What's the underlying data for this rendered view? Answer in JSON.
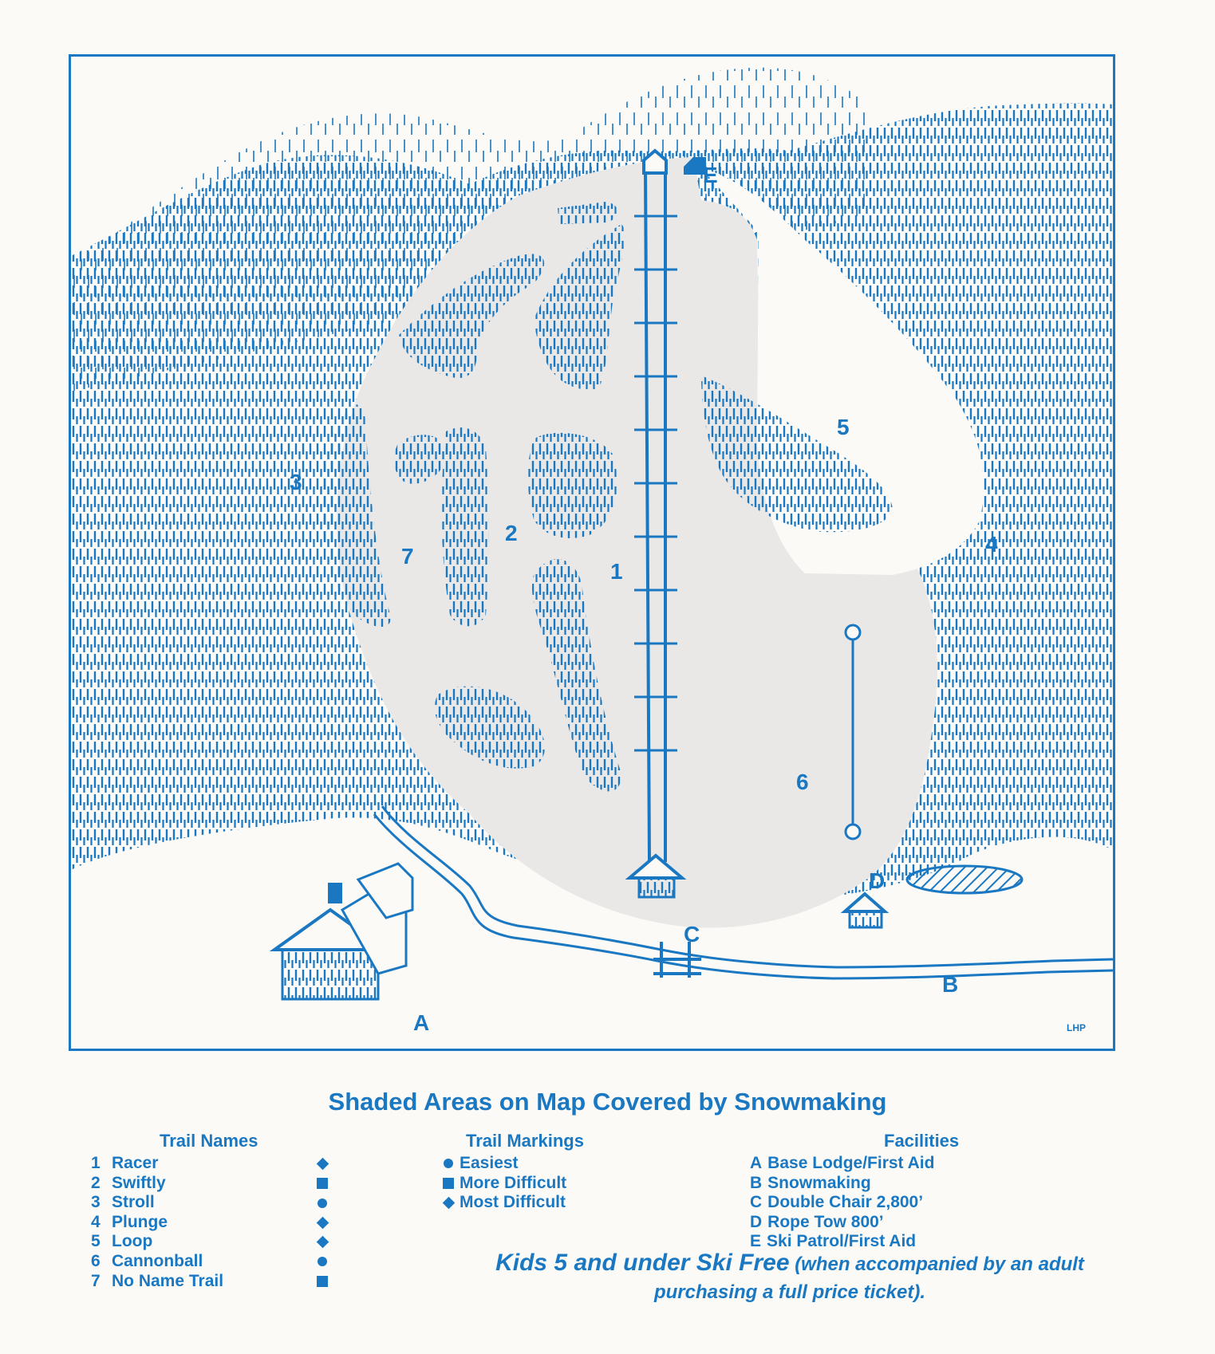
{
  "colors": {
    "ink": "#1a78c2",
    "paper": "#fbfaf6",
    "snowmaking": "#e9e8e6"
  },
  "map": {
    "trail_numbers": [
      "1",
      "2",
      "3",
      "4",
      "5",
      "6",
      "7"
    ],
    "facility_letters": [
      "A",
      "B",
      "C",
      "D",
      "E"
    ],
    "signature": "LHP"
  },
  "caption": "Shaded Areas on Map Covered by Snowmaking",
  "trail_names": {
    "heading": "Trail Names",
    "items": [
      {
        "num": "1",
        "name": "Racer",
        "difficulty": "most-difficult"
      },
      {
        "num": "2",
        "name": "Swiftly",
        "difficulty": "more-difficult"
      },
      {
        "num": "3",
        "name": "Stroll",
        "difficulty": "easiest"
      },
      {
        "num": "4",
        "name": "Plunge",
        "difficulty": "most-difficult"
      },
      {
        "num": "5",
        "name": "Loop",
        "difficulty": "most-difficult"
      },
      {
        "num": "6",
        "name": "Cannonball",
        "difficulty": "easiest"
      },
      {
        "num": "7",
        "name": "No Name Trail",
        "difficulty": "more-difficult"
      }
    ]
  },
  "trail_markings": {
    "heading": "Trail Markings",
    "items": [
      {
        "symbol": "easiest",
        "label": "Easiest"
      },
      {
        "symbol": "more-difficult",
        "label": "More Difficult"
      },
      {
        "symbol": "most-difficult",
        "label": "Most Difficult"
      }
    ]
  },
  "facilities": {
    "heading": "Facilities",
    "items": [
      {
        "letter": "A",
        "label": "Base Lodge/First Aid"
      },
      {
        "letter": "B",
        "label": "Snowmaking"
      },
      {
        "letter": "C",
        "label": "Double Chair 2,800’"
      },
      {
        "letter": "D",
        "label": "Rope Tow 800’"
      },
      {
        "letter": "E",
        "label": "Ski Patrol/First Aid"
      }
    ]
  },
  "promo": {
    "headline": "Kids 5 and under Ski Free",
    "detail_line1": "(when accompanied by an adult",
    "detail_line2": "purchasing a full price ticket)."
  }
}
